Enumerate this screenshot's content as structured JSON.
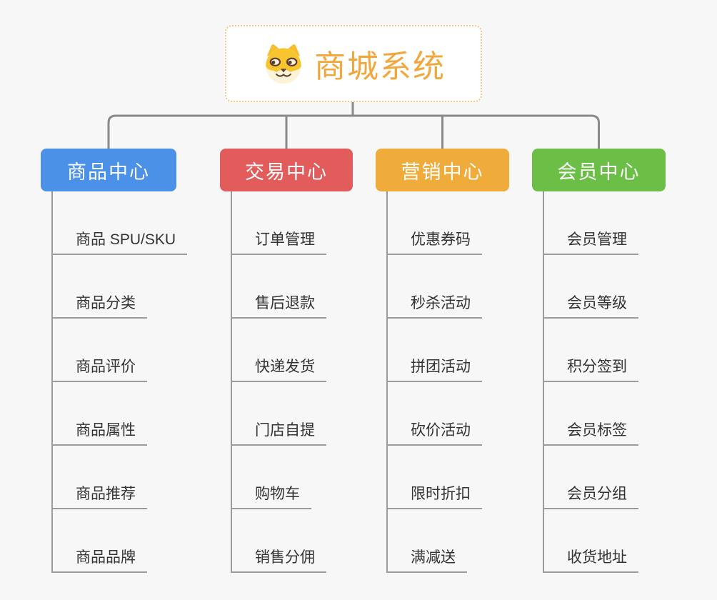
{
  "root": {
    "title": "商城系统",
    "icon": "shiba-dog-face-icon",
    "accent_color": "#f2a73d",
    "border_color": "#f4c880"
  },
  "connector_color": "#8a8a8a",
  "leaf_line_color": "#9b9b9b",
  "branches": [
    {
      "label": "商品中心",
      "color": "#4b91e8",
      "children": [
        "商品 SPU/SKU",
        "商品分类",
        "商品评价",
        "商品属性",
        "商品推荐",
        "商品品牌"
      ]
    },
    {
      "label": "交易中心",
      "color": "#e25c5c",
      "children": [
        "订单管理",
        "售后退款",
        "快递发货",
        "门店自提",
        "购物车",
        "销售分佣"
      ]
    },
    {
      "label": "营销中心",
      "color": "#efac3b",
      "children": [
        "优惠券码",
        "秒杀活动",
        "拼团活动",
        "砍价活动",
        "限时折扣",
        "满减送"
      ]
    },
    {
      "label": "会员中心",
      "color": "#6cbf46",
      "children": [
        "会员管理",
        "会员等级",
        "积分签到",
        "会员标签",
        "会员分组",
        "收货地址"
      ]
    }
  ]
}
